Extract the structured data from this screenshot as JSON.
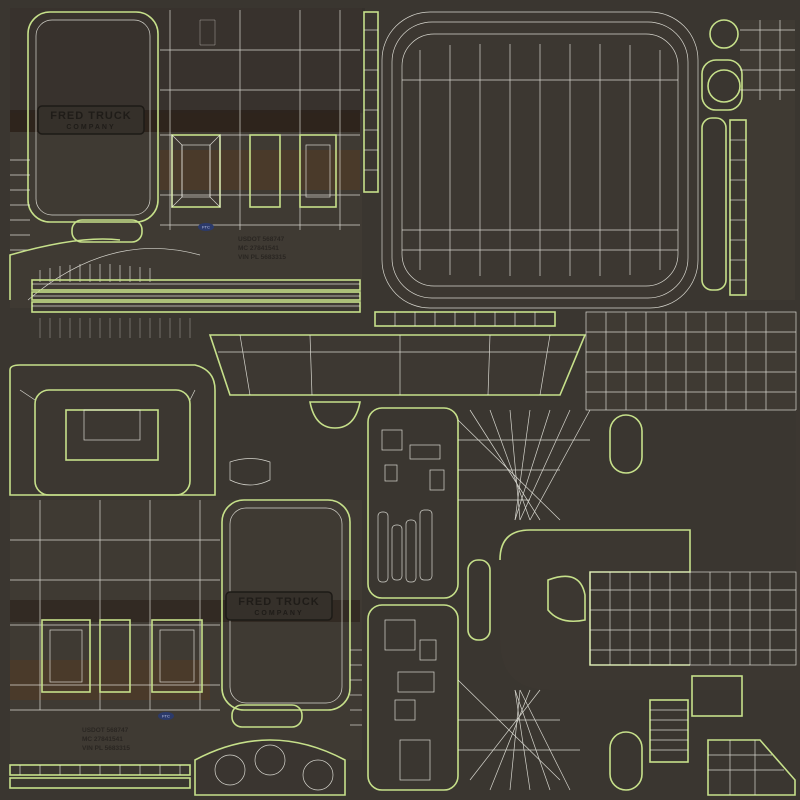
{
  "texture": {
    "background_color": "#3a3630",
    "wire_color": "#f2f2ea",
    "seam_color": "#c6e08a"
  },
  "logo": {
    "line1": "FRED TRUCK",
    "line2": "COMPANY"
  },
  "plate": {
    "line1": "USDOT 568747",
    "line2": "MC 27841541",
    "line3": "VIN PL 5683315"
  },
  "badge": {
    "label": "FTC"
  }
}
